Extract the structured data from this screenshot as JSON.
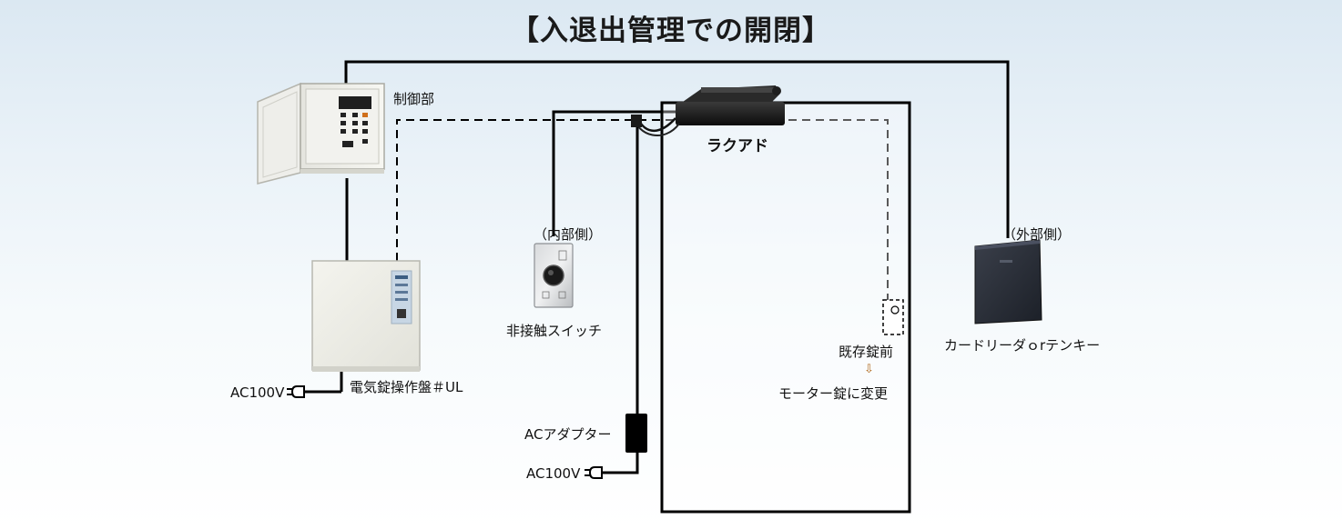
{
  "title": "【入退出管理での開閉】",
  "labels": {
    "control_unit": "制御部",
    "rakuado": "ラクアド",
    "inside": "（内部側）",
    "outside": "（外部側）",
    "touchless_switch": "非接触スイッチ",
    "card_reader": "カードリーダｏrテンキー",
    "existing_lock_line1": "既存錠前",
    "change_arrow": "⇩",
    "existing_lock_line2": "モーター錠に変更",
    "operation_panel": "電気錠操作盤＃UL",
    "ac100v_panel": "AC100V",
    "ac_adapter": "ACアダプター",
    "ac100v_adapter": "AC100V"
  }
}
